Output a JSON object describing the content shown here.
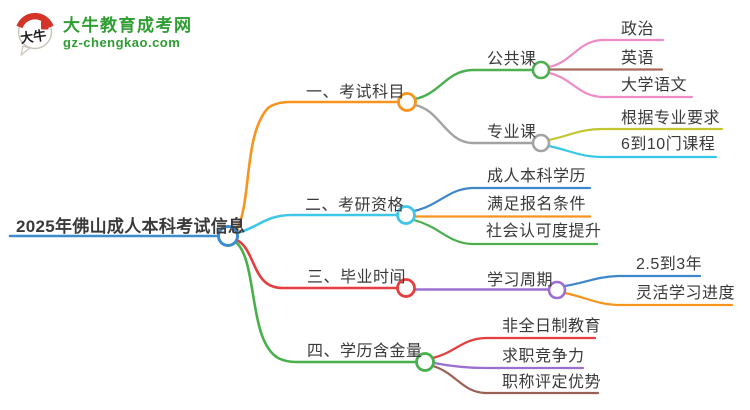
{
  "site": {
    "logo_text": "大牛",
    "name": "大牛教育成考网",
    "domain": "gz-chengkao.com",
    "brand_color": "#2e9d32",
    "seal_color": "#d43328"
  },
  "mindmap": {
    "root": {
      "label": "2025年佛山成人本科考试信息",
      "color": "#3f8ccc"
    },
    "branches": [
      {
        "label": "一、考试科目",
        "color": "#f7941e",
        "children": [
          {
            "label": "公共课",
            "color": "#4caf50",
            "children": [
              {
                "label": "政治",
                "color": "#ef8cc6"
              },
              {
                "label": "英语",
                "color": "#a86b5b"
              },
              {
                "label": "大学语文",
                "color": "#ef8cc6"
              }
            ]
          },
          {
            "label": "专业课",
            "color": "#a3a3a3",
            "children": [
              {
                "label": "根据专业要求",
                "color": "#c3c52f"
              },
              {
                "label": "6到10门课程",
                "color": "#35c8e8"
              }
            ]
          }
        ]
      },
      {
        "label": "二、考研资格",
        "color": "#3fc6e8",
        "children": [
          {
            "label": "成人本科学历",
            "color": "#3f87cc"
          },
          {
            "label": "满足报名条件",
            "color": "#f7941e"
          },
          {
            "label": "社会认可度提升",
            "color": "#4cae4f"
          }
        ]
      },
      {
        "label": "三、毕业时间",
        "color": "#e53e3e",
        "children": [
          {
            "label": "学习周期",
            "color": "#9b6fd0",
            "children": [
              {
                "label": "2.5到3年",
                "color": "#3f87cc"
              },
              {
                "label": "灵活学习进度",
                "color": "#f7941e"
              }
            ]
          }
        ]
      },
      {
        "label": "四、学历含金量",
        "color": "#47b04b",
        "children": [
          {
            "label": "非全日制教育",
            "color": "#e53e3e"
          },
          {
            "label": "求职竞争力",
            "color": "#9b6fd0"
          },
          {
            "label": "职称评定优势",
            "color": "#9a6054"
          }
        ]
      }
    ]
  }
}
